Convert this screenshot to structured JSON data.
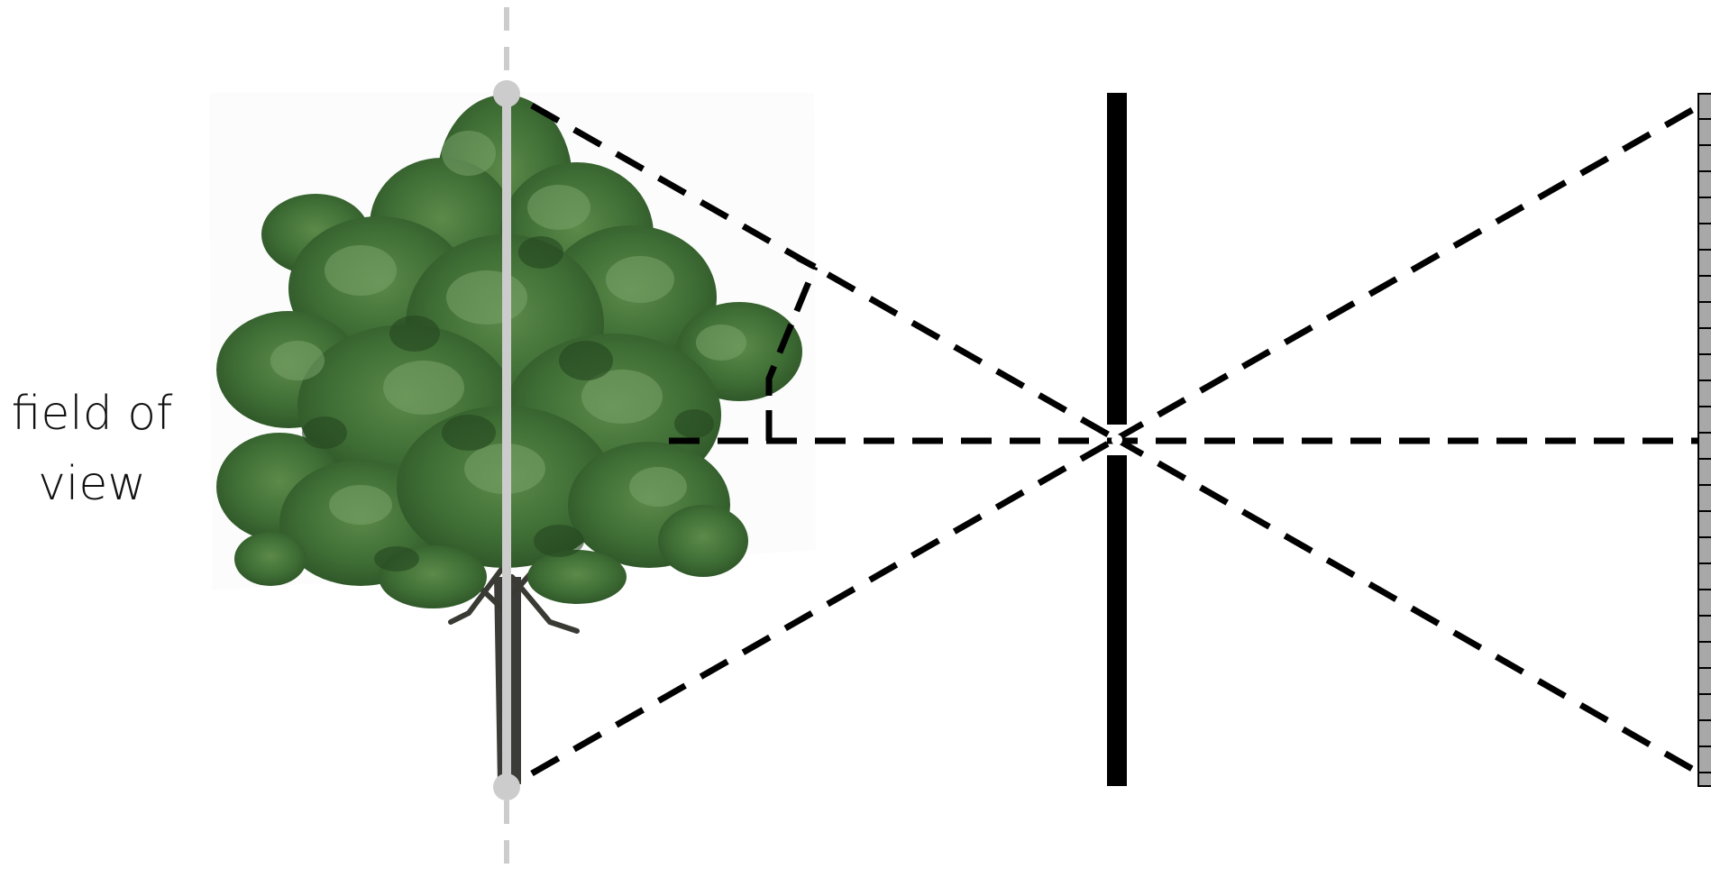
{
  "label": {
    "line1": "field of",
    "line2": "view"
  },
  "elements": {
    "object": "tree",
    "object_axis": "dashed-vertical-line",
    "barrier": "pinhole-barrier",
    "aperture": "pinhole",
    "sensor": "image-plane"
  },
  "colors": {
    "background": "#ffffff",
    "dashes": "#000000",
    "barrier": "#000000",
    "object_height_bar": "#cccccc",
    "axis_dashes": "#cccccc",
    "sensor_fill": "#a8a8a8",
    "foliage_dark": "#2f5a2a",
    "foliage_mid": "#4b7b3e",
    "foliage_light": "#7aa36a",
    "trunk": "#3a3a36"
  }
}
